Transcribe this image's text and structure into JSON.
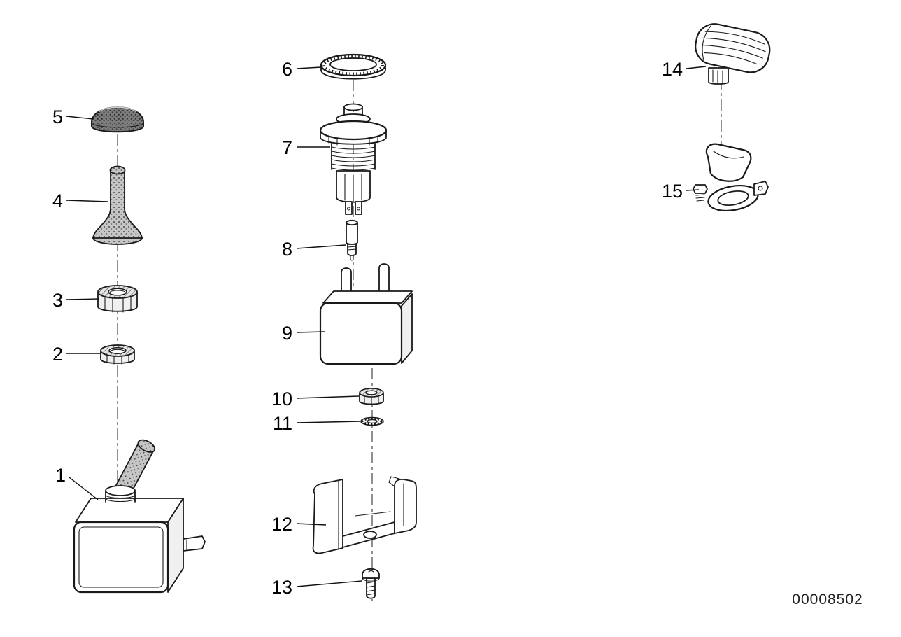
{
  "colors": {
    "ink": "#1a1a1a",
    "paper": "#ffffff"
  },
  "part_labels": {
    "p1": "1",
    "p2": "2",
    "p3": "3",
    "p4": "4",
    "p5": "5",
    "p6": "6",
    "p7": "7",
    "p8": "8",
    "p9": "9",
    "p10": "10",
    "p11": "11",
    "p12": "12",
    "p13": "13",
    "p14": "14",
    "p15": "15"
  },
  "doc_number": "00008502"
}
